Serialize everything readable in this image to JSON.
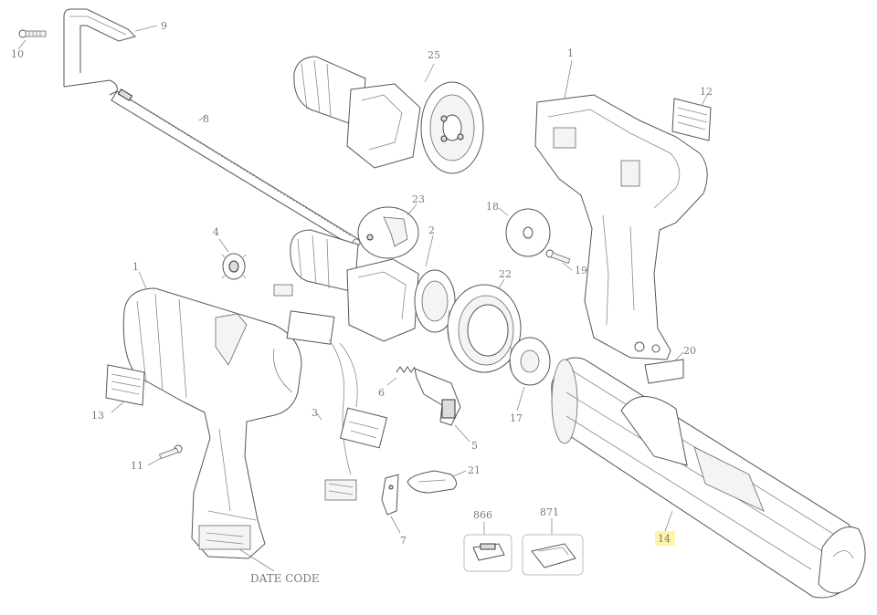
{
  "callouts": {
    "c1a": "1",
    "c1b": "1",
    "c2": "2",
    "c3": "3",
    "c4": "4",
    "c5": "5",
    "c6": "6",
    "c7": "7",
    "c8": "8",
    "c9": "9",
    "c10": "10",
    "c11": "11",
    "c12": "12",
    "c13": "13",
    "c14": "14",
    "c17": "17",
    "c18": "18",
    "c19": "19",
    "c20": "20",
    "c21": "21",
    "c22": "22",
    "c23": "23",
    "c25": "25",
    "c866": "866",
    "c871": "871",
    "date_code": "DATE CODE"
  },
  "highlight": {
    "part": "14",
    "color": "#fff4a8"
  }
}
